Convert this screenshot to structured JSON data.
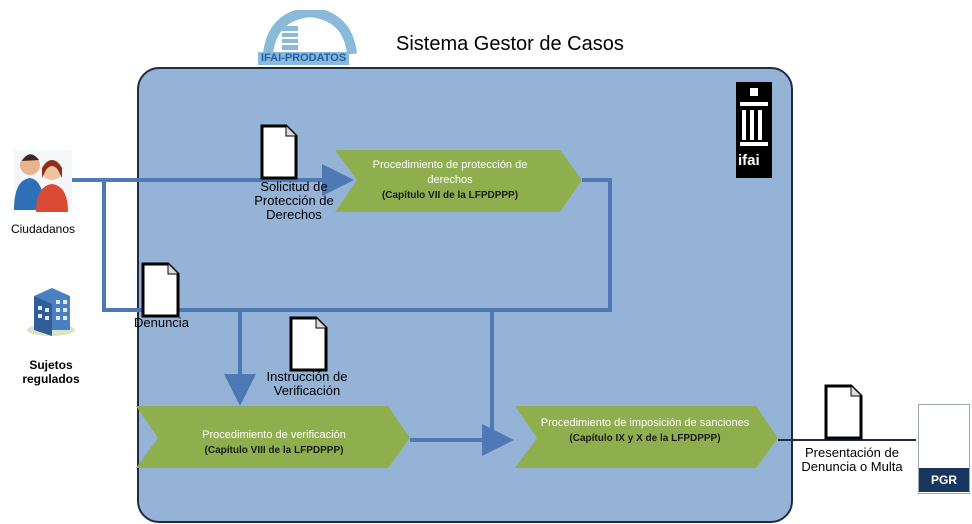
{
  "title": "Sistema Gestor de Casos",
  "logo": {
    "text": "IFAI-PRODATOS"
  },
  "ifai_mark": {
    "text": "ifai"
  },
  "pgr": {
    "text": "PGR"
  },
  "actors": {
    "citizens": "Ciudadanos",
    "regulated": "Sujetos regulados"
  },
  "documents": {
    "solicitud": "Solicitud de Protección de Derechos",
    "denuncia": "Denuncia",
    "instruccion": "Instrucción de Verificación",
    "presentacion": "Presentación de Denuncia  o Multa"
  },
  "procedures": {
    "proteccion": {
      "title": "Procedimiento de protección de derechos",
      "chapter": "(Capítulo VII de la LFPDPPP)"
    },
    "verificacion": {
      "title": "Procedimiento de verificación",
      "chapter": "(Capítulo VIII de la LFPDPPP)"
    },
    "sanciones": {
      "title": "Procedimiento de imposición de sanciones",
      "chapter": "(Capítulo IX y X de la LFPDPPP)"
    }
  },
  "colors": {
    "panel": "#95b3d7",
    "chevron": "#8faf4e",
    "flow": "#4e79b5",
    "line": "#1f2a44"
  }
}
